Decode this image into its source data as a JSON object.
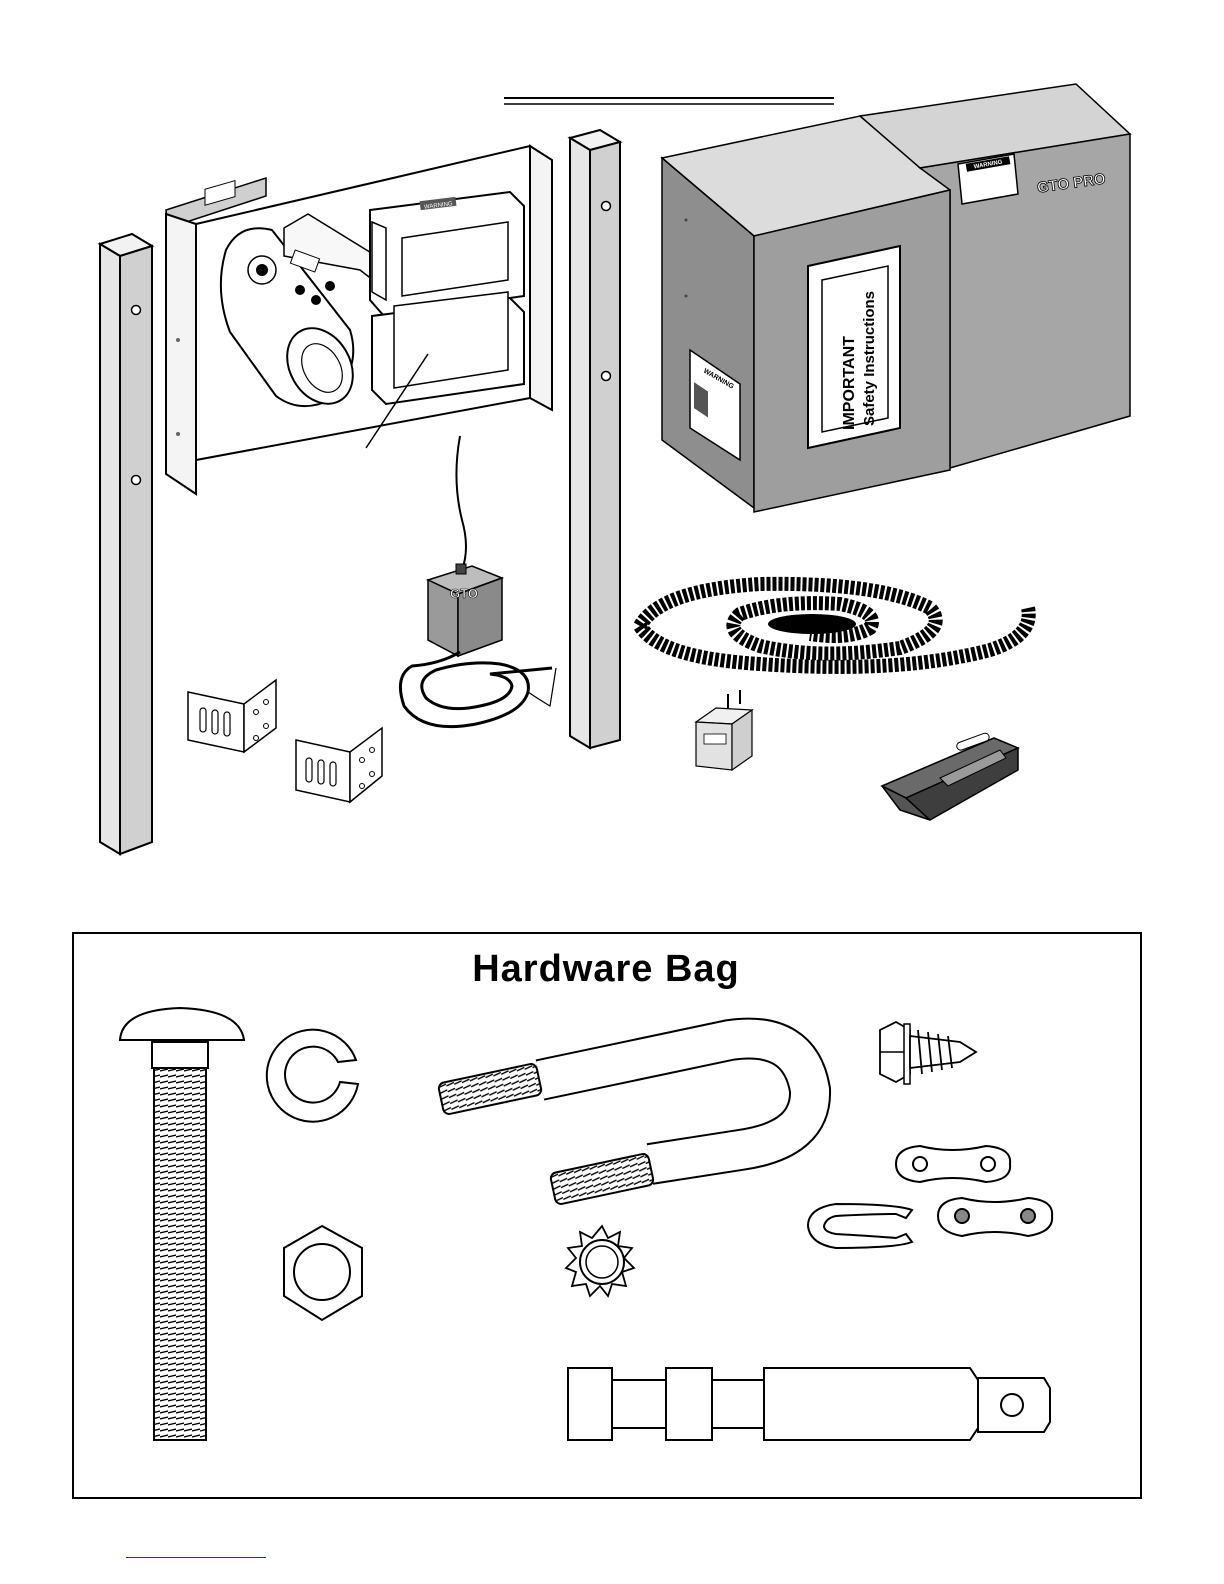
{
  "labels": {
    "cover_important": "IMPORTANT",
    "cover_safety": "Safety Instructions",
    "cover_warning": "WARNING",
    "cover_brand": "GTO PRO",
    "panel_warning": "WARNING",
    "transmitter_brand": "GTO",
    "hardware_bag_title": "Hardware Bag"
  },
  "colors": {
    "cover_fill": "#9c9c9c",
    "outline": "#000000"
  }
}
